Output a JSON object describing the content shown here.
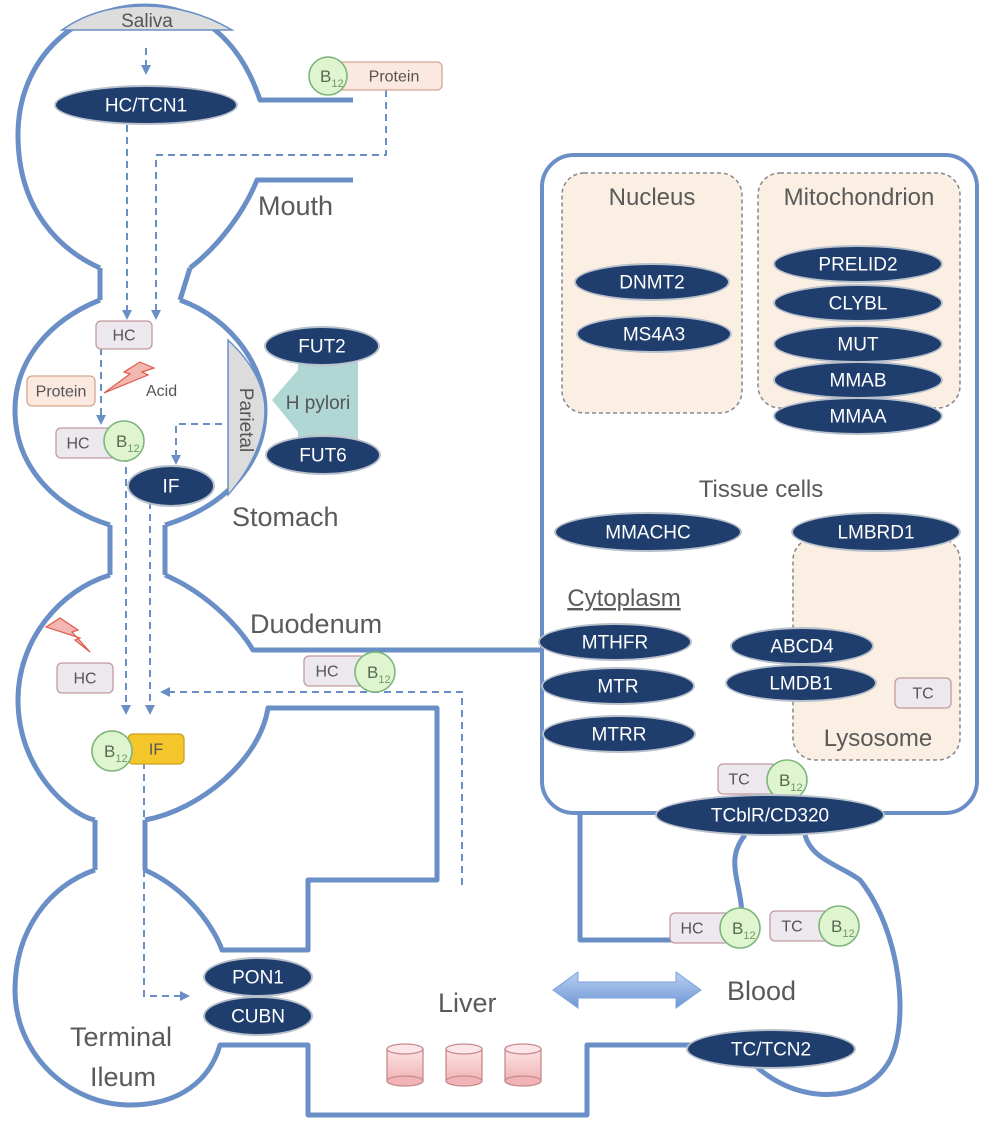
{
  "colors": {
    "outline": "#6a8fc6",
    "protein_dark": "#1f3e6e",
    "protein_ring": "#b8c0cc",
    "b12_fill": "#dff5cf",
    "b12_stroke": "#7cb67a",
    "hc_box_fill": "#ede8ee",
    "hc_box_stroke": "#c39aa0",
    "protein_box_fill": "#fbe9df",
    "protein_box_stroke": "#d4a68e",
    "if_box_fill": "#f4c62c",
    "compartment_fill": "#fbeee3",
    "parietal_fill": "#dcdcdc",
    "hpylori_fill": "#a9d3cf",
    "lightning_fill": "#f2b7b1",
    "lightning_stroke": "#e05a4a",
    "storage_fill": "#f4c3c5",
    "arrow_blue": "#7aa2dd"
  },
  "organs": {
    "saliva": "Saliva",
    "mouth": "Mouth",
    "stomach": "Stomach",
    "duodenum": "Duodenum",
    "terminal_ileum_line1": "Terminal",
    "terminal_ileum_line2": "Ileum",
    "liver": "Liver",
    "blood": "Blood",
    "tissue_cells": "Tissue cells"
  },
  "compartments": {
    "nucleus": "Nucleus",
    "mitochondrion": "Mitochondrion",
    "cytoplasm": "Cytoplasm",
    "lysosome": "Lysosome",
    "parietal": "Parietal",
    "h_pylori": "H pylori"
  },
  "proteins": {
    "hc_tcn1": "HC/TCN1",
    "fut2": "FUT2",
    "fut6": "FUT6",
    "if": "IF",
    "pon1": "PON1",
    "cubn": "CUBN",
    "tc_tcn2": "TC/TCN2",
    "tcblr_cd320": "TCblR/CD320",
    "dnmt2": "DNMT2",
    "ms4a3": "MS4A3",
    "prelid2": "PRELID2",
    "clybl": "CLYBL",
    "mut": "MUT",
    "mmab": "MMAB",
    "mmaa": "MMAA",
    "mmachc": "MMACHC",
    "lmbrd1": "LMBRD1",
    "mthfr": "MTHFR",
    "mtr": "MTR",
    "mtrr": "MTRR",
    "abcd4": "ABCD4",
    "lmdb1": "LMDB1"
  },
  "molecules": {
    "b12_main": "B",
    "b12_sub": "12",
    "protein": "Protein",
    "hc": "HC",
    "tc": "TC",
    "if": "IF",
    "acid": "Acid"
  }
}
